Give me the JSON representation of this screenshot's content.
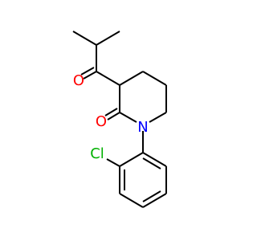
{
  "molecule": {
    "atoms": {
      "oxygen_ketone": "O",
      "oxygen_amide": "O",
      "nitrogen": "N",
      "chlorine": "Cl"
    },
    "colors": {
      "bond": "#000000",
      "oxygen": "#ff0000",
      "nitrogen": "#0000ff",
      "chlorine": "#00b000"
    }
  }
}
